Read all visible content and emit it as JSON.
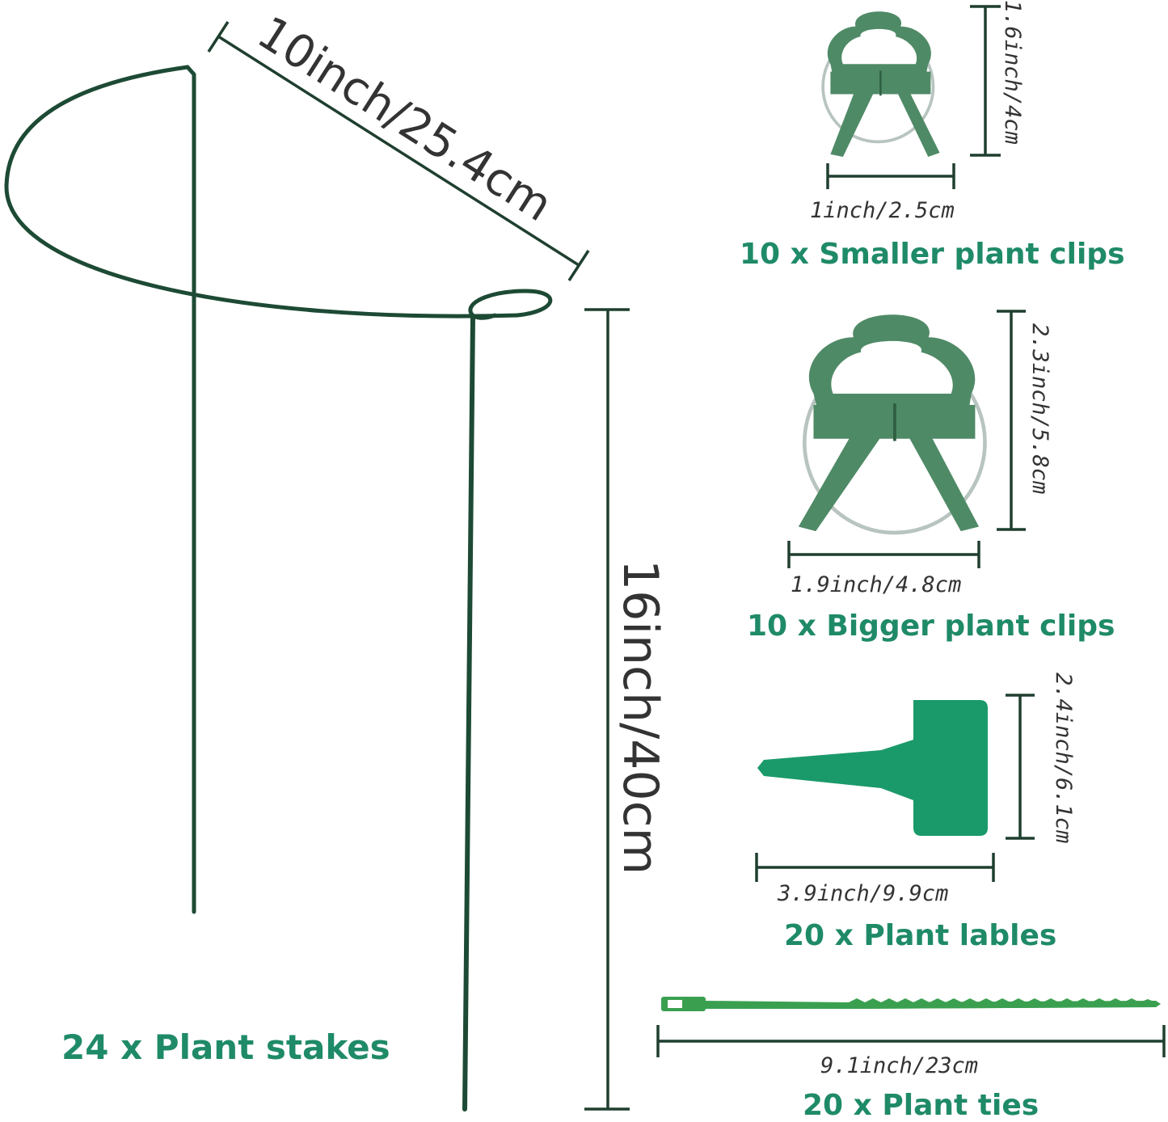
{
  "colors": {
    "title_green": "#1f8a68",
    "dimension_text": "#333333",
    "dimension_line": "#1f3f2f",
    "wire": "#1d4a34",
    "clip_green": "#4f8a66",
    "label_green": "#1a9a6a",
    "tie_green": "#3aa050"
  },
  "stake": {
    "width_label": "10inch/25.4cm",
    "height_label": "16inch/40cm",
    "title": "24 x Plant stakes"
  },
  "small_clip": {
    "height_label": "1.6inch/4cm",
    "width_label": "1inch/2.5cm",
    "title": "10 x Smaller plant clips"
  },
  "big_clip": {
    "height_label": "2.3inch/5.8cm",
    "width_label": "1.9inch/4.8cm",
    "title": "10 x Bigger plant clips"
  },
  "label_tag": {
    "height_label": "2.4inch/6.1cm",
    "width_label": "3.9inch/9.9cm",
    "title": "20 x Plant lables"
  },
  "tie": {
    "width_label": "9.1inch/23cm",
    "title": "20 x Plant ties"
  }
}
